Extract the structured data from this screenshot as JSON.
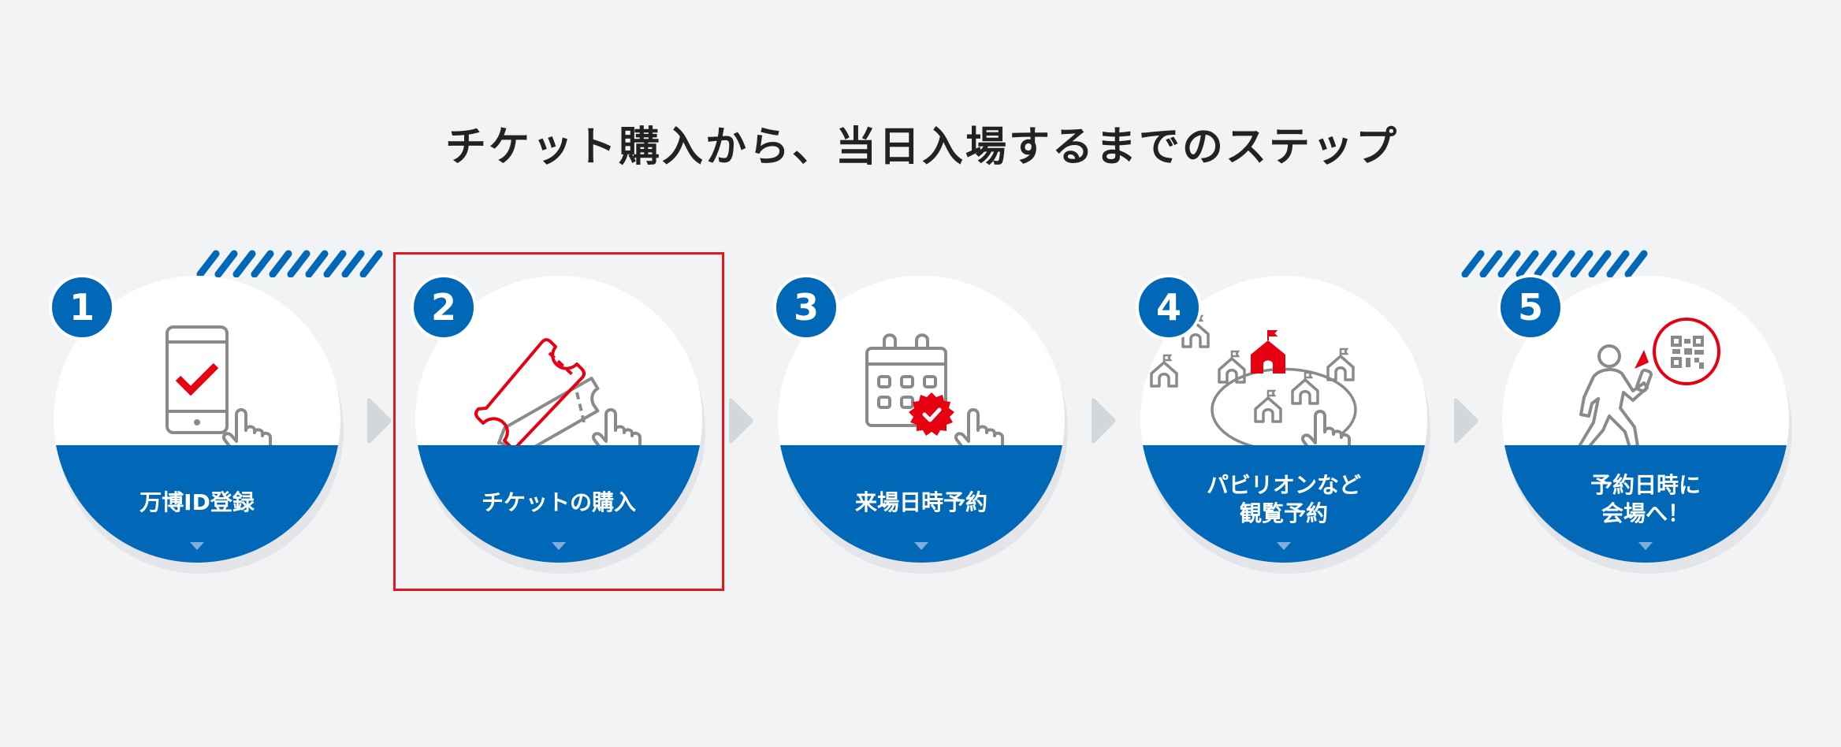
{
  "heading": {
    "title": "チケット購入から、当日入場するまでのステップ",
    "decoration": "diagonal-stripes",
    "stripe_color": "#0068b7"
  },
  "colors": {
    "primary_blue": "#0068b7",
    "accent_red": "#e60012",
    "icon_gray": "#8a8a8a",
    "background": "#f2f3f5",
    "highlight_border": "#e8141f"
  },
  "steps": [
    {
      "number": "1",
      "label_lines": [
        "万博ID登録"
      ],
      "icon": "smartphone-check-icon"
    },
    {
      "number": "2",
      "label_lines": [
        "チケットの購入"
      ],
      "icon": "ticket-icon",
      "highlighted": true
    },
    {
      "number": "3",
      "label_lines": [
        "来場日時予約"
      ],
      "icon": "calendar-check-icon"
    },
    {
      "number": "4",
      "label_lines": [
        "パビリオンなど",
        "観覧予約"
      ],
      "icon": "pavilion-map-icon"
    },
    {
      "number": "5",
      "label_lines": [
        "予約日時に",
        "会場へ！"
      ],
      "icon": "walking-qr-icon"
    }
  ]
}
